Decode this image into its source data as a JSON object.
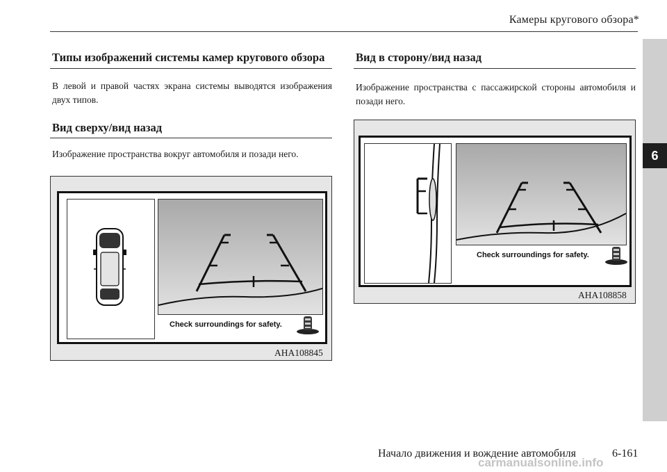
{
  "header": {
    "title": "Камеры кругового обзора*"
  },
  "chapter": {
    "number": "6"
  },
  "left": {
    "heading": "Типы изображений системы камер кругового обзора",
    "intro": "В левой и правой частях экрана системы выводятся изображения двух типов.",
    "sub_heading": "Вид сверху/вид назад",
    "sub_text": "Изображение пространства вокруг автомобиля и позади него.",
    "figure": {
      "message": "Check surroundings for safety.",
      "code": "AHA108845"
    }
  },
  "right": {
    "heading": "Вид в сторону/вид назад",
    "text": "Изображение пространства с пассажирской стороны автомобиля и позади него.",
    "figure": {
      "message": "Check surroundings for safety.",
      "code": "AHA108858"
    }
  },
  "footer": {
    "section": "Начало движения и вождение автомобиля",
    "page": "6-161",
    "watermark": "carmanualsonline.info"
  },
  "icons": [
    "sonar-sensor-icon",
    "car-top-view-icon"
  ]
}
